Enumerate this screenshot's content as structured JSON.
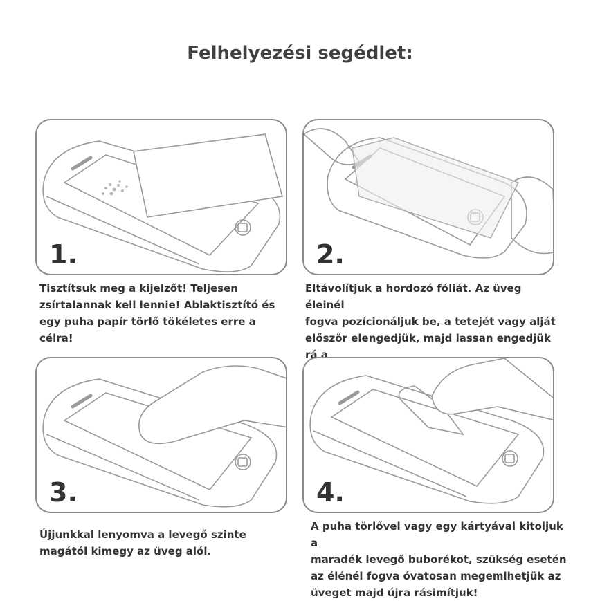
{
  "title": "Felhelyezési segédlet:",
  "steps": [
    {
      "number": "1.",
      "caption": "Tisztítsuk meg a kijelzőt! Teljesen\nzsírtalannak kell lennie! Ablaktisztító és\negy puha papír törlő tökéletes erre a\ncélra!"
    },
    {
      "number": "2.",
      "caption": "Eltávolítjuk a hordozó fóliát. Az üveg éleinél\nfogva pozícionáljuk be, a tetejét vagy alját\nelőször elengedjük, majd lassan engedjük rá a\nmásik felét is!"
    },
    {
      "number": "3.",
      "caption": "Újjunkkal lenyomva a levegő szinte\nmagától kimegy az üveg alól."
    },
    {
      "number": "4.",
      "caption": "A puha törlővel vagy egy kártyával kitoljuk a\nmaradék levegő buborékot, szükség esetén\naz élénél fogva óvatosan megemlhetjük az\nüveget majd újra rásimítjuk!"
    }
  ]
}
